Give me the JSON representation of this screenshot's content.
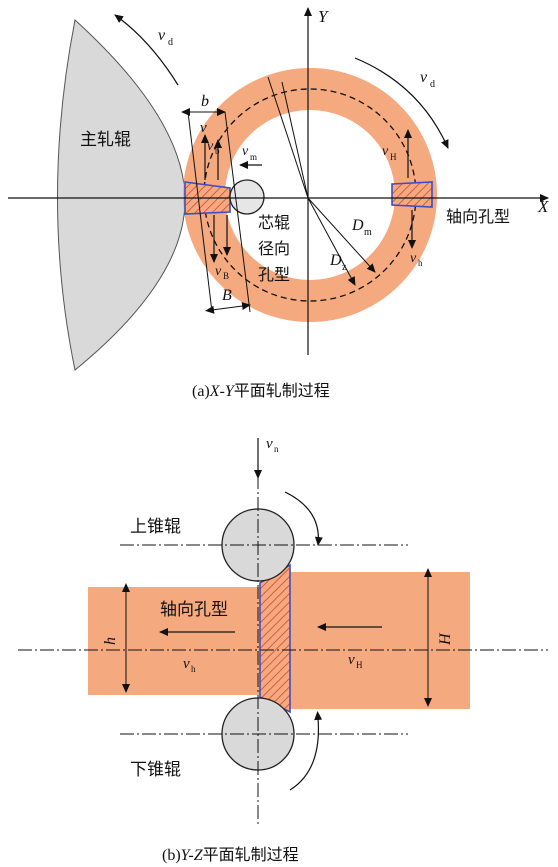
{
  "panel_a": {
    "axis_y": "Y",
    "axis_x": "X",
    "main_roll": "主轧辊",
    "vd_left": "v",
    "vd_left_sub": "d",
    "vd_right": "v",
    "vd_right_sub": "d",
    "b_label": "b",
    "v_label": "v",
    "vb_label": "v",
    "vb_sub": "b",
    "vm_label": "v",
    "vm_sub": "m",
    "vH_label": "v",
    "vH_sub": "H",
    "Dm_label": "D",
    "Dm_sub": "m",
    "Dz_label": "D",
    "Dz_sub": "z",
    "vh_label": "v",
    "vh_sub": "h",
    "vB_label": "v",
    "vB_sub": "B",
    "B_label": "B",
    "core_roll_1": "芯辊",
    "core_roll_2": "径向",
    "core_roll_3": "孔型",
    "axial_pass": "轴向孔型",
    "caption_prefix": "(a)",
    "caption_axes": "X-Y",
    "caption_text": "平面轧制过程"
  },
  "panel_b": {
    "vn_label": "v",
    "vn_sub": "n",
    "upper_roll": "上锥辊",
    "lower_roll": "下锥辊",
    "axial_pass": "轴向孔型",
    "h_label": "h",
    "H_label": "H",
    "vh_label": "v",
    "vh_sub": "h",
    "vH_label": "v",
    "vH_sub": "H",
    "caption_prefix": "(b)",
    "caption_axes": "Y-Z",
    "caption_text": "平面轧制过程"
  },
  "colors": {
    "ring": "#f5a97f",
    "roll_gray": "#d9d9d9",
    "hatch_blue": "#3a4fc4",
    "hatch_red": "#c8392b",
    "line": "#111111"
  }
}
